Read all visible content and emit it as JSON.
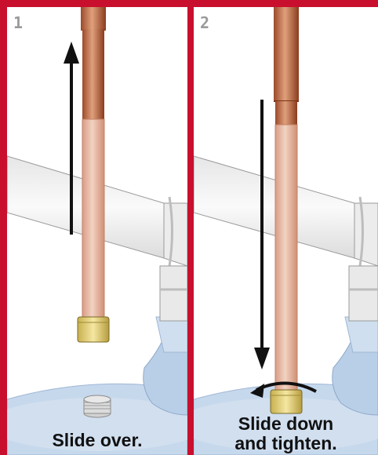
{
  "steps": [
    {
      "number": "1",
      "caption": "Slide over."
    },
    {
      "number": "2",
      "caption_line1": "Slide down",
      "caption_line2": "and tighten."
    }
  ],
  "colors": {
    "border": "#c8102e",
    "copper": "#c8774f",
    "copper_dark": "#8e3d1f",
    "fitting_brass": "#e7d27a",
    "water_blue": "#b7cde6",
    "pipe_white": "#efefef",
    "arrow": "#111111"
  },
  "icons": [
    "up-arrow-icon",
    "down-arrow-icon",
    "rotate-arrow-icon"
  ]
}
